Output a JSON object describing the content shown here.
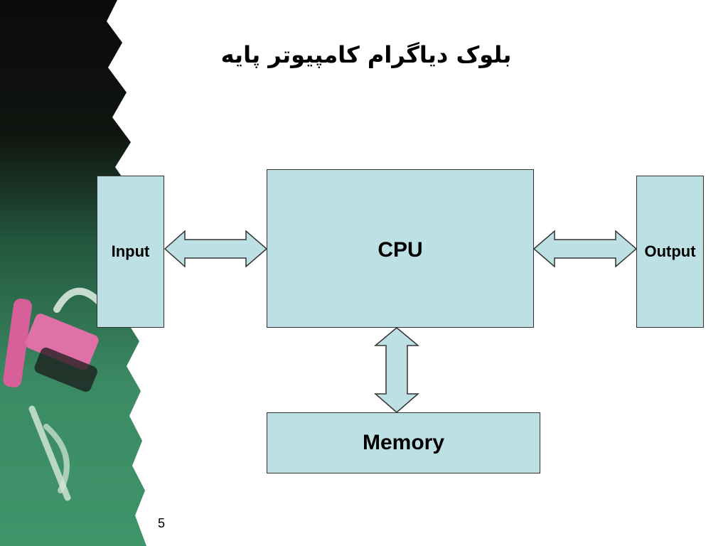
{
  "slide": {
    "title": "بلوک دیاگرام کامپیوتر پایه",
    "page_number": "5"
  },
  "diagram": {
    "nodes": {
      "input": "Input",
      "cpu": "CPU",
      "output": "Output",
      "memory": "Memory"
    },
    "edges": [
      {
        "from": "input",
        "to": "cpu",
        "direction": "both"
      },
      {
        "from": "cpu",
        "to": "output",
        "direction": "both"
      },
      {
        "from": "cpu",
        "to": "memory",
        "direction": "both"
      }
    ]
  },
  "colors": {
    "box_fill": "#bde0e5",
    "box_border": "#333333",
    "chalkboard": "#2e6b50",
    "chalk_pink": "#d8609a"
  }
}
